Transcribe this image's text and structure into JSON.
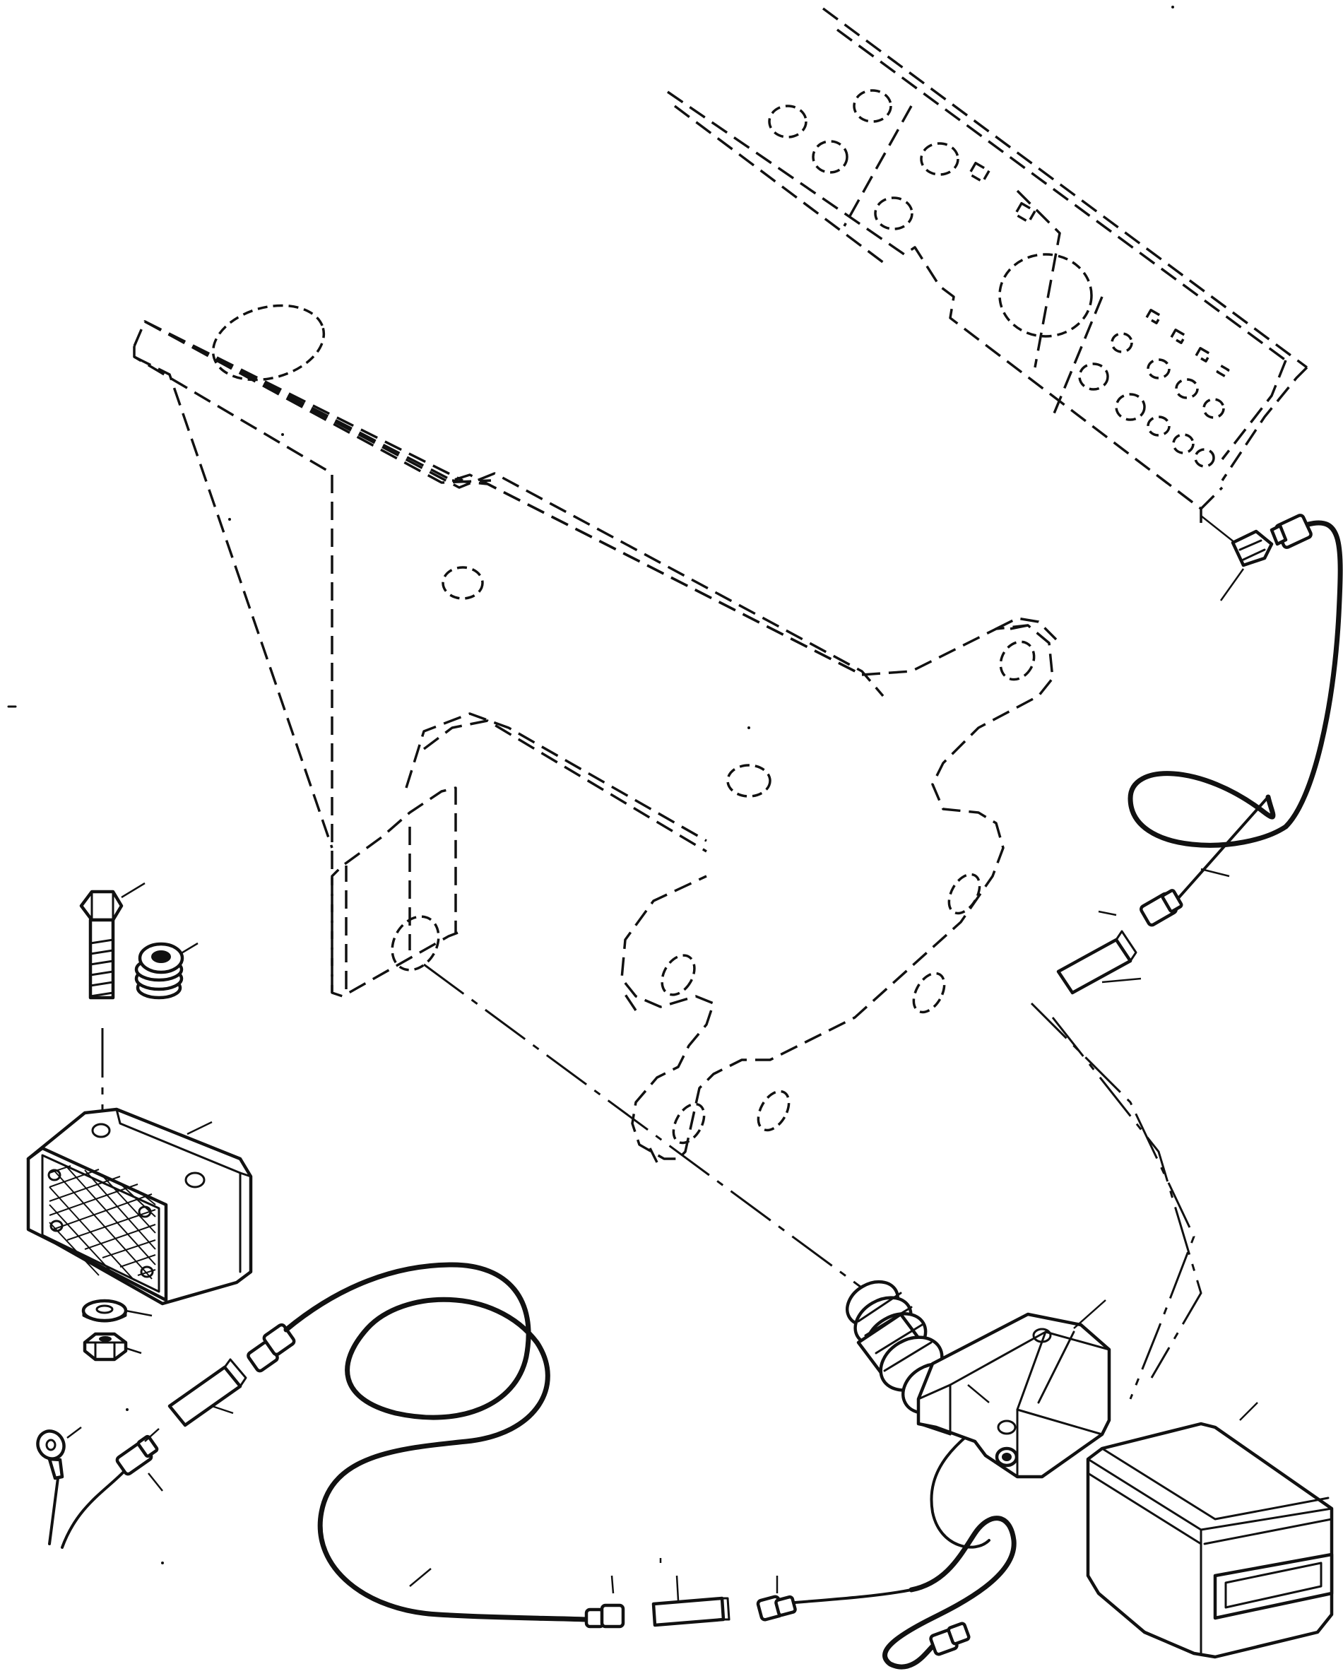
{
  "diagram": {
    "parts": [
      {
        "id": "dash-panel",
        "kind": "mounting panel (phantom)"
      },
      {
        "id": "mounting-bracket",
        "kind": "bracket (phantom)"
      },
      {
        "id": "bolt",
        "kind": "hex bolt"
      },
      {
        "id": "grommet",
        "kind": "rubber grommet"
      },
      {
        "id": "horn",
        "kind": "rectangular horn"
      },
      {
        "id": "washer",
        "kind": "flat washer"
      },
      {
        "id": "nut",
        "kind": "hex nut"
      },
      {
        "id": "ring-terminal",
        "kind": "ground ring terminal"
      },
      {
        "id": "switch",
        "kind": "push switch"
      },
      {
        "id": "switch-cover",
        "kind": "switch cover"
      },
      {
        "id": "harness-1",
        "kind": "wire harness"
      },
      {
        "id": "harness-2",
        "kind": "wire harness"
      },
      {
        "id": "harness-3",
        "kind": "wire harness"
      },
      {
        "id": "connector-1",
        "kind": "connector sleeve"
      },
      {
        "id": "connector-2",
        "kind": "connector sleeve"
      },
      {
        "id": "connector-3",
        "kind": "connector sleeve"
      },
      {
        "id": "spade-terminal",
        "kind": "spade terminal"
      }
    ]
  }
}
